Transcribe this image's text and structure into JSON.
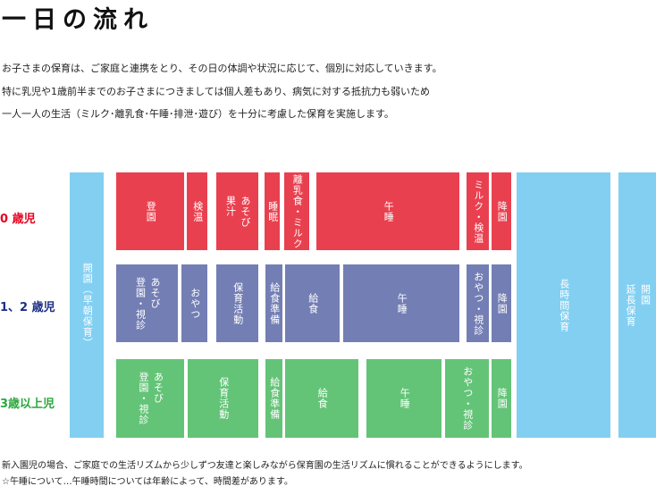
{
  "title": "一日の流れ",
  "intro": [
    "お子さまの保育は、ご家庭と連携をとり、その日の体調や状況に応じて、個別に対応していきます。",
    "特に乳児や1歳前半までのお子さまにつきましては個人差もあり、病気に対する抵抗力も弱いため",
    "一人一人の生活（ミルク･離乳食･午睡･排泄･遊び）を十分に考慮した保育を実施します。"
  ],
  "ages": [
    "0 歳児",
    "1、2 歳児",
    "3歳以上児"
  ],
  "colors": {
    "age0": "#e9404f",
    "age1": "#737eb4",
    "age2": "#63c477",
    "common": "#82cff2"
  },
  "common": {
    "morning": "開園（早朝保育）",
    "long": "長時間保育",
    "extended": "開園\n延長保育"
  },
  "row0": [
    "登園",
    "検温",
    "あそび\n果汁",
    "睡眠",
    "離乳食・ミルク",
    "午睡",
    "ミルク・検温",
    "降園"
  ],
  "row1": [
    "あそび\n登園・視診",
    "おやつ",
    "保育活動",
    "給食準備",
    "給食",
    "午睡",
    "おやつ・視診",
    "降園"
  ],
  "row2": [
    "あそび\n登園・視診",
    "保育活動",
    "給食準備",
    "給食",
    "午睡",
    "おやつ・視診",
    "降園"
  ],
  "notes": [
    "新入園児の場合、ご家庭での生活リズムから少しずつ友達と楽しみながら保育園の生活リズムに慣れることができるようにします。",
    "☆午睡について…午睡時間については年齢によって、時間差があります。"
  ]
}
